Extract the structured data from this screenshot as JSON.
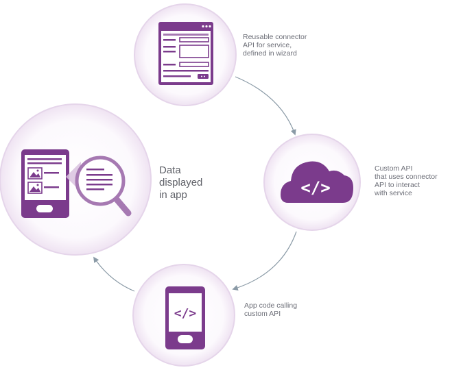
{
  "diagram": {
    "steps": [
      {
        "id": "wizard",
        "label_lines": [
          "Reusable connector",
          "API for service,",
          "defined in wizard"
        ],
        "icon": "browser-window-form-icon"
      },
      {
        "id": "custom-api",
        "label_lines": [
          "Custom API",
          "that uses connector",
          "API to interact",
          "with service"
        ],
        "icon": "cloud-code-icon",
        "code_glyph": "</>"
      },
      {
        "id": "app-code",
        "label_lines": [
          "App code calling",
          "custom API"
        ],
        "icon": "phone-code-icon",
        "code_glyph": "</>"
      },
      {
        "id": "display",
        "label_lines": [
          "Data",
          "displayed",
          "in app"
        ],
        "icon": "phone-magnifier-icon"
      }
    ],
    "colors": {
      "accent": "#7b3b8c",
      "accent_light": "#a679b2",
      "circle_fill": "#fbf7fc",
      "circle_stroke": "#e5d5ea",
      "arrow": "#8a9aa6",
      "text": "#6d6f78"
    }
  }
}
